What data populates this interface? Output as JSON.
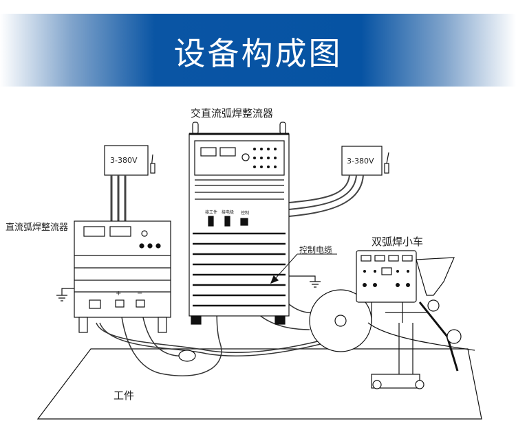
{
  "banner": {
    "title": "设备构成图"
  },
  "labels": {
    "center_machine": "交直流弧焊整流器",
    "left_machine": "直流弧焊整流器",
    "tractor": "双弧焊小车",
    "control_cable": "控制电缆",
    "workpiece": "工件",
    "left_switch_box": "3-380V",
    "right_switch_box": "3-380V",
    "terminal_workpiece": "接工件",
    "terminal_electrode": "接电极",
    "terminal_control": "控制",
    "plus": "+",
    "minus": "−"
  }
}
